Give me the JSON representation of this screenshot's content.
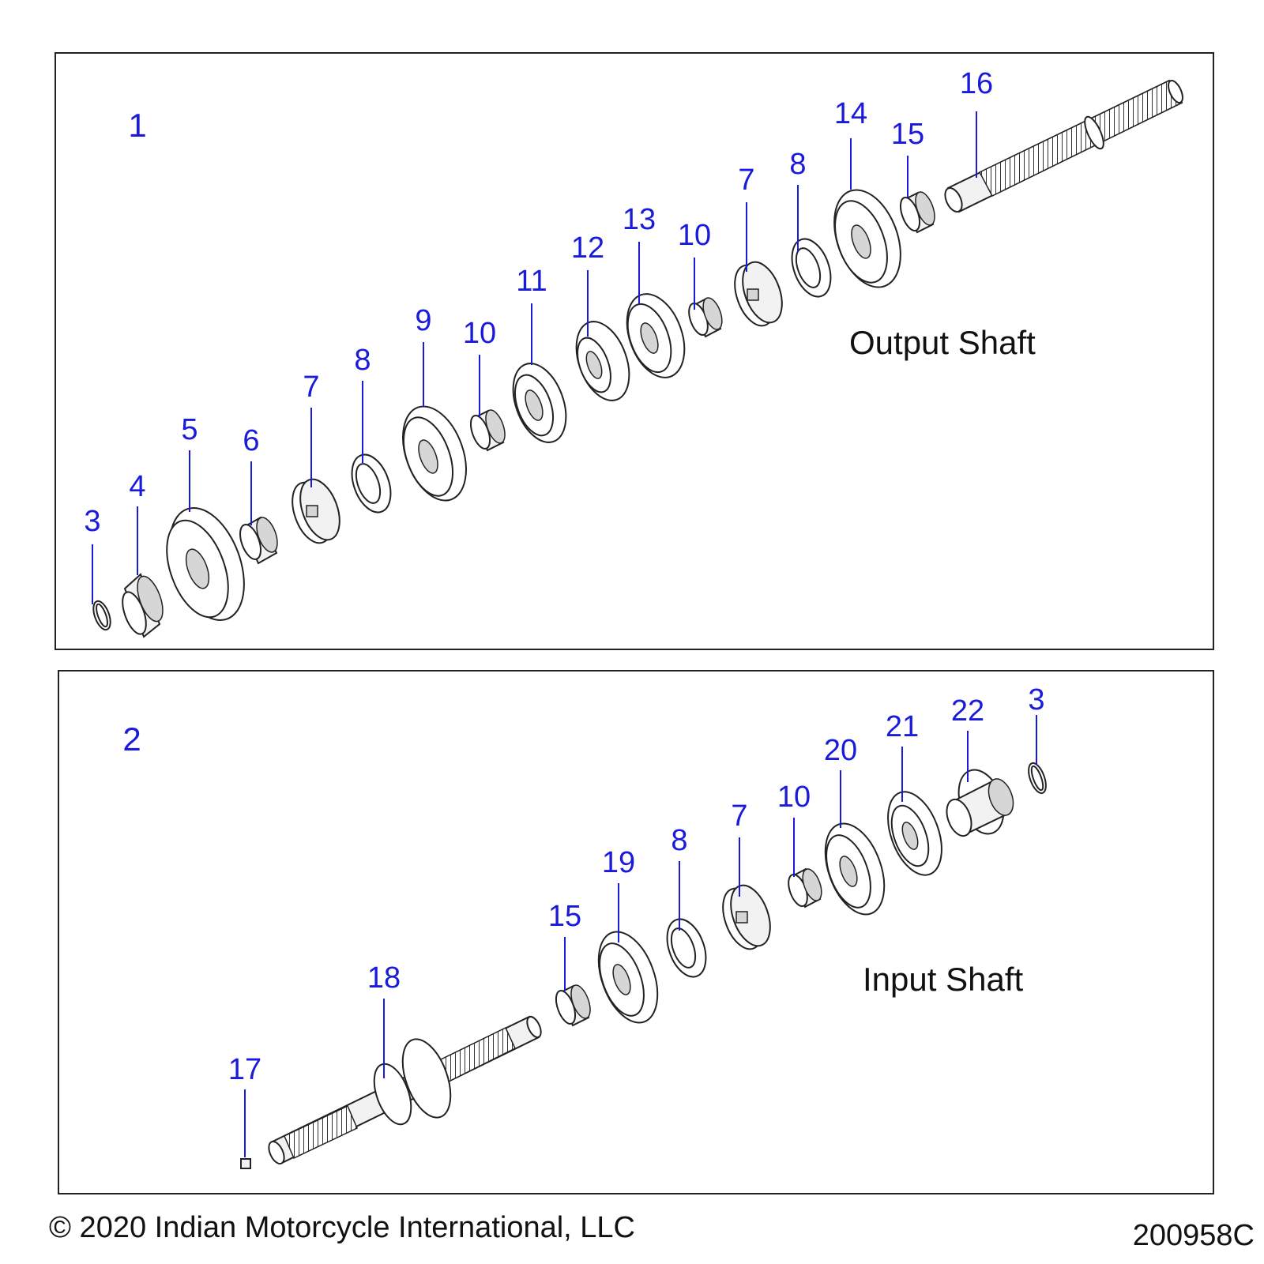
{
  "panels": {
    "output": {
      "index_label": "1",
      "title": "Output Shaft",
      "callouts": [
        {
          "label": "3"
        },
        {
          "label": "4"
        },
        {
          "label": "5"
        },
        {
          "label": "6"
        },
        {
          "label": "7"
        },
        {
          "label": "8"
        },
        {
          "label": "9"
        },
        {
          "label": "10"
        },
        {
          "label": "11"
        },
        {
          "label": "12"
        },
        {
          "label": "13"
        },
        {
          "label": "10"
        },
        {
          "label": "7"
        },
        {
          "label": "8"
        },
        {
          "label": "14"
        },
        {
          "label": "15"
        },
        {
          "label": "16"
        }
      ]
    },
    "input": {
      "index_label": "2",
      "title": "Input Shaft",
      "callouts": [
        {
          "label": "17"
        },
        {
          "label": "18"
        },
        {
          "label": "15"
        },
        {
          "label": "19"
        },
        {
          "label": "8"
        },
        {
          "label": "7"
        },
        {
          "label": "10"
        },
        {
          "label": "20"
        },
        {
          "label": "21"
        },
        {
          "label": "22"
        },
        {
          "label": "3"
        }
      ]
    }
  },
  "footer": {
    "copyright": "© 2020 Indian Motorcycle International, LLC",
    "figure_id": "200958C"
  },
  "colors": {
    "callout": "#1a1adb",
    "line": "#222222",
    "background": "#ffffff"
  }
}
